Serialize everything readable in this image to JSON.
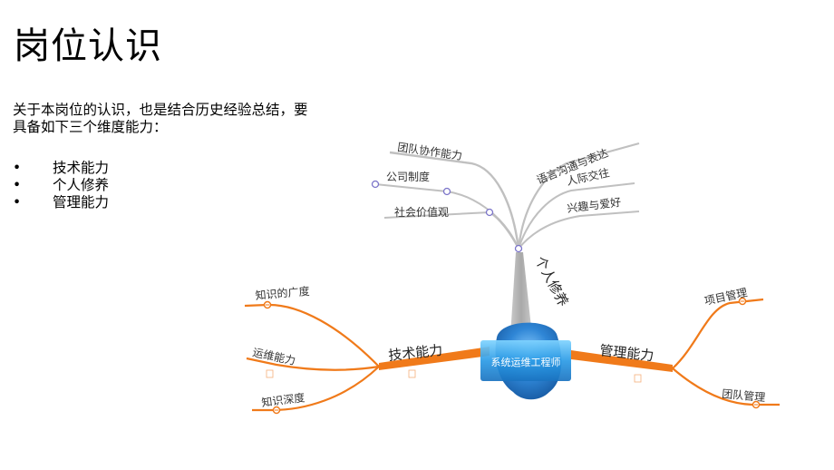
{
  "slide": {
    "title": "岗位认识",
    "intro": "关于本岗位的认识，也是结合历史经验总结，要具备如下三个维度能力：",
    "bullets": [
      "技术能力",
      "个人修养",
      "管理能力"
    ]
  },
  "mindmap": {
    "center": "系统运维工程师",
    "branches": {
      "personal": {
        "label": "个人修养",
        "left_items": [
          "团队协作能力",
          "公司制度",
          "社会价值观"
        ],
        "right_items": [
          "语言沟通与表达",
          "人际交往",
          "兴趣与爱好"
        ]
      },
      "tech": {
        "label": "技术能力",
        "items": [
          "知识的广度",
          "运维能力",
          "知识深度"
        ]
      },
      "management": {
        "label": "管理能力",
        "items": [
          "项目管理",
          "团队管理"
        ]
      }
    },
    "colors": {
      "orange": "#f07a1a",
      "gray": "#b8b8b8",
      "center_blue": "#3a8fd8",
      "node_purple": "#7b74c9"
    }
  }
}
